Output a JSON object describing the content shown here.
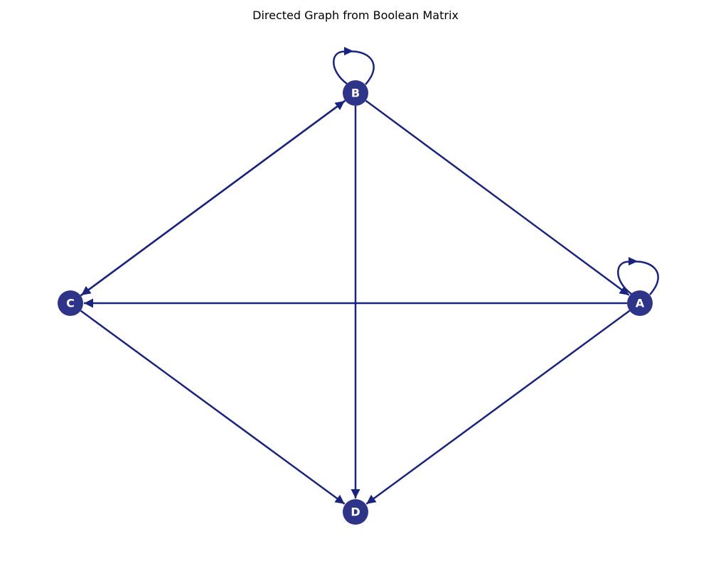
{
  "title": "Directed Graph from Boolean Matrix",
  "colors": {
    "node_fill": "#2e3589",
    "edge": "#1a237e",
    "label": "#ffffff",
    "background": "#ffffff"
  },
  "nodes": [
    {
      "id": "A",
      "label": "A"
    },
    {
      "id": "B",
      "label": "B"
    },
    {
      "id": "C",
      "label": "C"
    },
    {
      "id": "D",
      "label": "D"
    }
  ],
  "edges": [
    {
      "from": "A",
      "to": "A"
    },
    {
      "from": "A",
      "to": "C"
    },
    {
      "from": "A",
      "to": "D"
    },
    {
      "from": "B",
      "to": "B"
    },
    {
      "from": "B",
      "to": "A"
    },
    {
      "from": "B",
      "to": "C"
    },
    {
      "from": "B",
      "to": "D"
    },
    {
      "from": "C",
      "to": "B"
    },
    {
      "from": "C",
      "to": "D"
    }
  ]
}
